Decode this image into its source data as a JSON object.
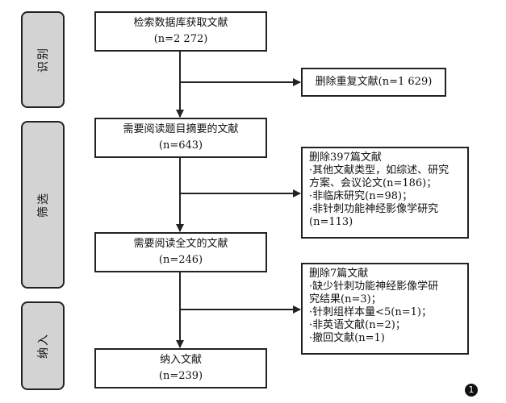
{
  "phases": {
    "identification": "识别",
    "screening": "筛选",
    "inclusion": "纳入"
  },
  "boxes": {
    "database": {
      "title": "检索数据库获取文献",
      "count": "(n=2 272)"
    },
    "duplicates": {
      "text": "删除重复文献(n=1 629)"
    },
    "abstract_review": {
      "title": "需要阅读题目摘要的文献",
      "count": "(n=643)"
    },
    "exclusion1": {
      "lines": [
        "删除397篇文献",
        "·其他文献类型，如综述、研究",
        "方案、会议论文(n=186)；",
        "·非临床研究(n=98)；",
        "·非针刺功能神经影像学研究",
        "(n=113)"
      ]
    },
    "fulltext_review": {
      "title": "需要阅读全文的文献",
      "count": "(n=246)"
    },
    "exclusion2": {
      "lines": [
        "删除7篇文献",
        "·缺少针刺功能神经影像学研",
        "究结果(n=3)；",
        "·针刺组样本量<5(n=1)；",
        "·非英语文献(n=2)；",
        "·撤回文献(n=1)"
      ]
    },
    "included": {
      "title": "纳入文献",
      "count": "(n=239)"
    }
  },
  "badge": "1"
}
